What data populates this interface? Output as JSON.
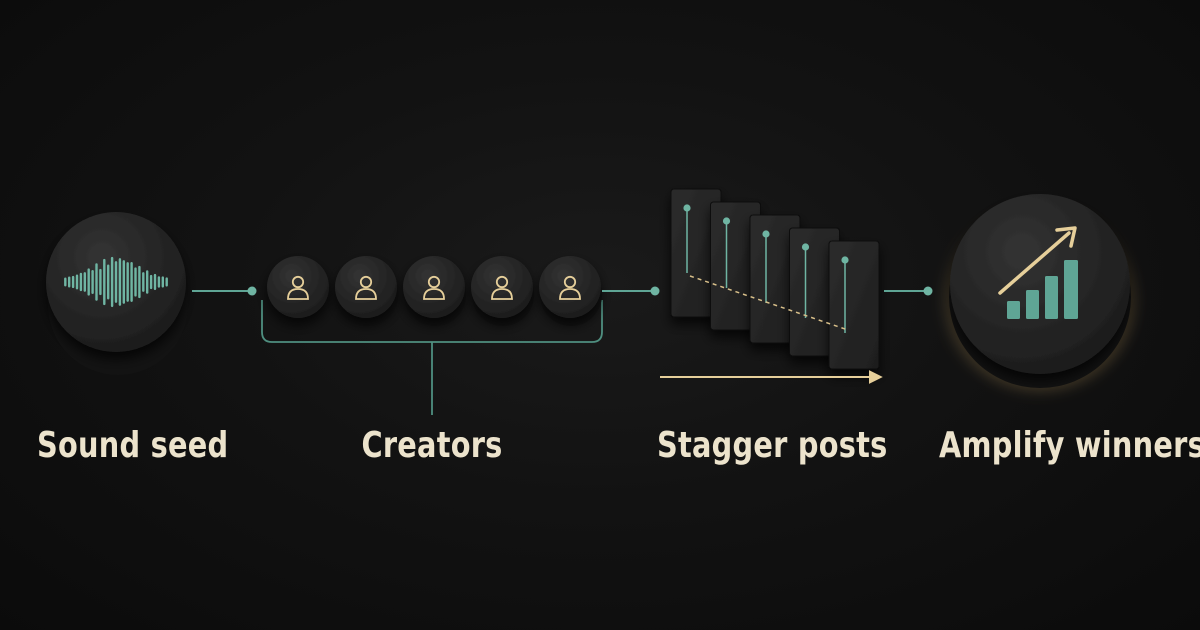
{
  "stages": [
    {
      "id": "sound-seed",
      "label": "Sound seed",
      "icon": "waveform-icon"
    },
    {
      "id": "creators",
      "label": "Creators",
      "icon": "person-icon",
      "count": 5
    },
    {
      "id": "stagger-posts",
      "label": "Stagger posts",
      "icon": "post-card-icon",
      "count": 5
    },
    {
      "id": "amplify-winners",
      "label": "Amplify winners",
      "icon": "growth-chart-icon"
    }
  ],
  "colors": {
    "background": "#111111",
    "node": "#262626",
    "teal_accent": "#6fb5a3",
    "cream_accent": "#e6cf9a",
    "label_text": "#ece3cc",
    "glow": "#f3c878"
  }
}
